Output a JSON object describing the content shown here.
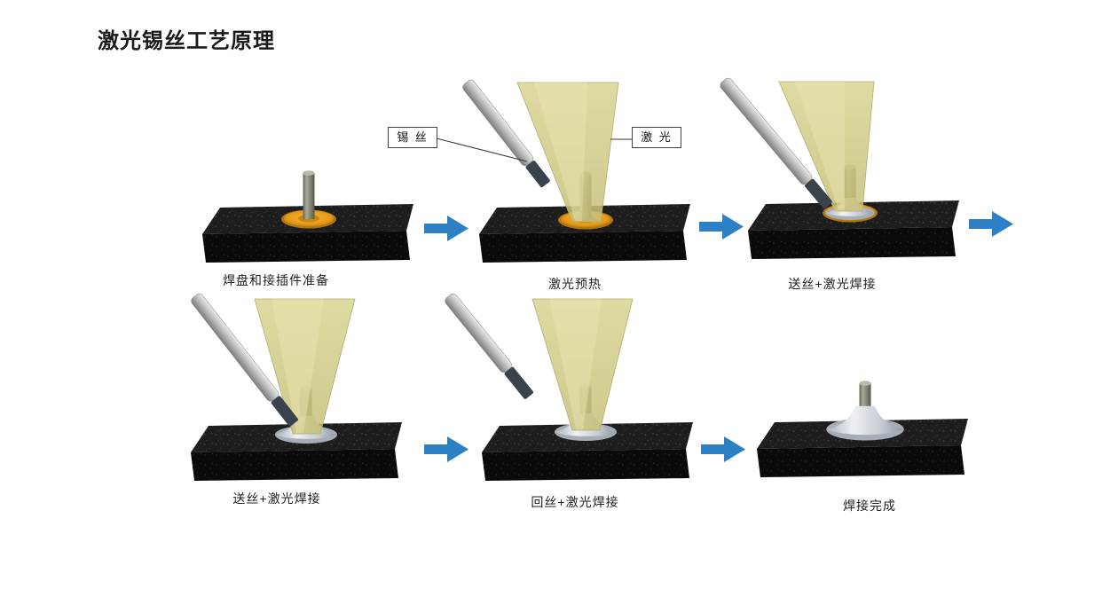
{
  "title": "激光锡丝工艺原理",
  "callouts": {
    "tin_wire": "锡 丝",
    "laser": "激 光"
  },
  "steps": [
    {
      "caption": "焊盘和接插件准备"
    },
    {
      "caption": "激光预热"
    },
    {
      "caption": "送丝+激光焊接"
    },
    {
      "caption": "送丝+激光焊接"
    },
    {
      "caption": "回丝+激光焊接"
    },
    {
      "caption": "焊接完成"
    }
  ],
  "colors": {
    "arrow_blue": "#2e80c4",
    "laser_beam": "#d5d08c",
    "pad_orange": "#ef9f1d",
    "solder_silver": "#ccd2d9",
    "pcb_black": "#141414",
    "background": "#ffffff"
  }
}
